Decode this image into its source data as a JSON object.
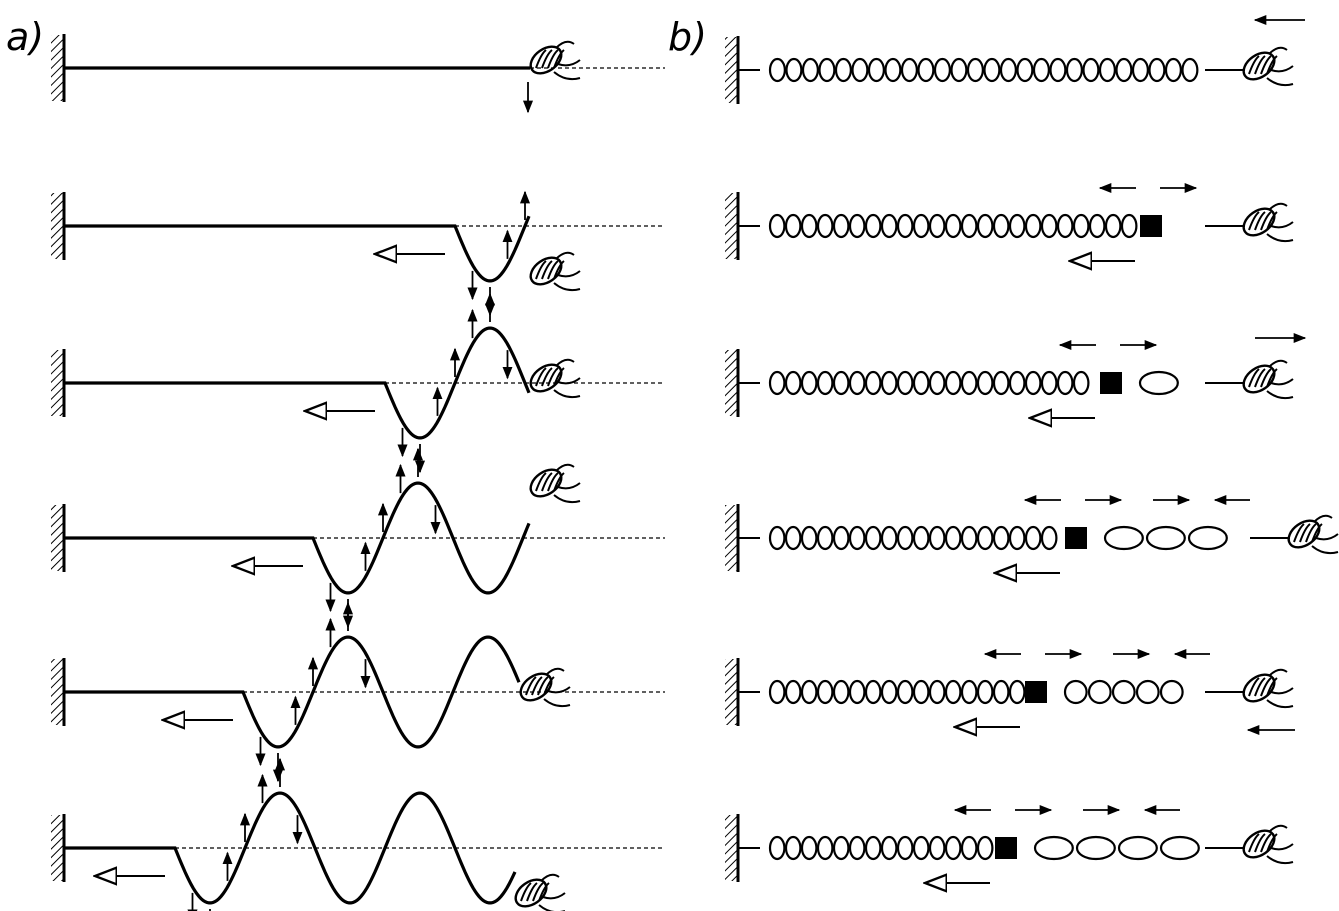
{
  "panels": {
    "a": {
      "label": "a)",
      "rows": 6,
      "description_kind": "transverse-wave"
    },
    "b": {
      "label": "b)",
      "rows": 6,
      "description_kind": "longitudinal-wave"
    }
  },
  "colors": {
    "ink": "#000000",
    "background": "#ffffff"
  },
  "icons": [
    "wall-hatch-icon",
    "hand-icon",
    "arrow-icon",
    "hollow-arrow-icon"
  ]
}
